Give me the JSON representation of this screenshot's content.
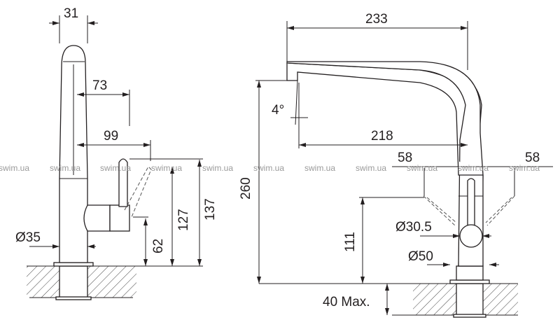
{
  "side_view": {
    "dim_width_top": "31",
    "dim_reach_73": "73",
    "dim_reach_99": "99",
    "dim_diameter_base": "Ø35",
    "dim_handle_height": "62",
    "dim_height_127": "127",
    "dim_height_137": "137"
  },
  "front_view": {
    "dim_spout_length": "233",
    "dim_spout_reach": "218",
    "dim_angle": "4°",
    "dim_total_height": "260",
    "dim_lever_left": "58",
    "dim_lever_right": "58",
    "dim_diameter_lever": "Ø30.5",
    "dim_diameter_base": "Ø50",
    "dim_lever_height": "111",
    "dim_counter_thickness": "40 Max."
  },
  "watermark": "swim.ua",
  "colors": {
    "line": "#231f20",
    "watermark": "#9a9a9a"
  }
}
